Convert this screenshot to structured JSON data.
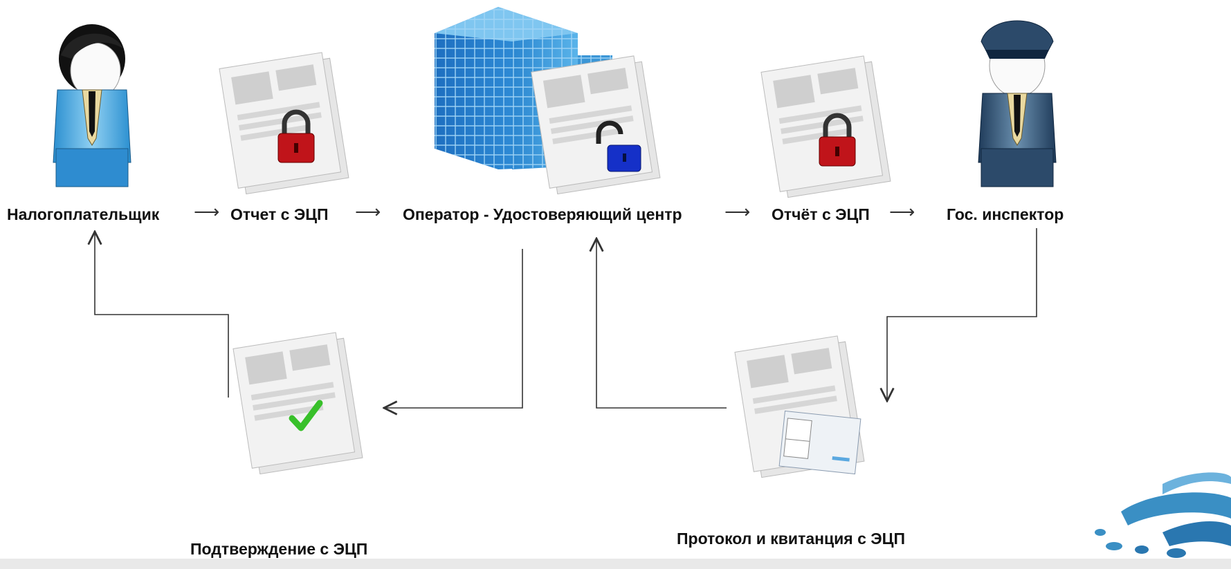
{
  "nodes": {
    "taxpayer": "Налогоплательщик",
    "report_signed": "Отчет с ЭЦП",
    "operator": "Оператор - Удостоверяющий центр",
    "report_signed_2": "Отчёт с ЭЦП",
    "inspector": "Гос. инспектор",
    "confirmation": "Подтверждение с ЭЦП",
    "protocol": "Протокол  и квитанция с ЭЦП"
  },
  "icons": {
    "taxpayer": "person-icon",
    "report": "locked-document-icon",
    "operator": "building-icon",
    "operator_doc": "unlocked-document-icon",
    "report_2": "locked-document-icon",
    "inspector": "inspector-icon",
    "confirmation": "checked-document-icon",
    "protocol": "receipt-document-icon",
    "logo": "corner-logo"
  },
  "colors": {
    "building": "#2d8fd6",
    "lock_red": "#c0141a",
    "lock_blue": "#1530c8",
    "check_green": "#38c02a",
    "logo": "#3a8fc4",
    "lines": "#333333"
  }
}
